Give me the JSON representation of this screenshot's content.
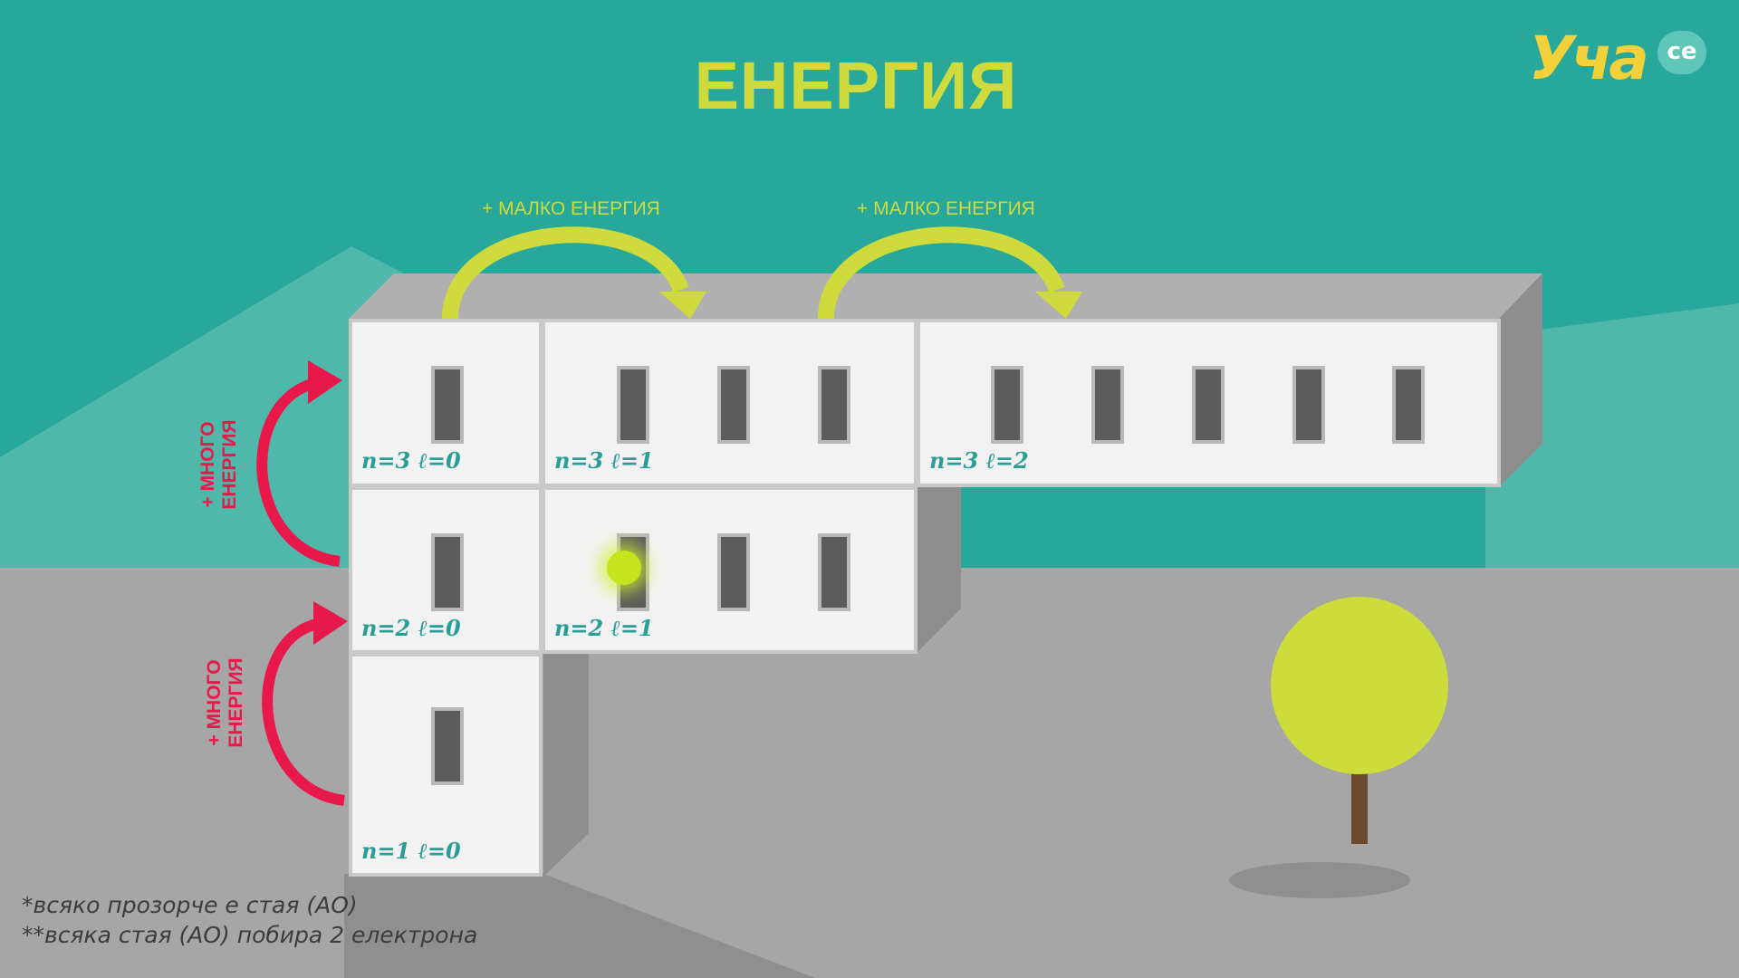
{
  "title": "ЕНЕРГИЯ",
  "logo": {
    "text": "Уча",
    "badge": "се"
  },
  "transitions": {
    "small_energy_1": "+ МАЛКО ЕНЕРГИЯ",
    "small_energy_2": "+ МАЛКО ЕНЕРГИЯ",
    "much_energy_upper": "+ МНОГО\nЕНЕРГИЯ",
    "much_energy_lower": "+ МНОГО\nЕНЕРГИЯ"
  },
  "rooms": [
    {
      "label": "n=3 ℓ=0",
      "windows": 1
    },
    {
      "label": "n=3 ℓ=1",
      "windows": 3
    },
    {
      "label": "n=3 ℓ=2",
      "windows": 5
    },
    {
      "label": "n=2 ℓ=0",
      "windows": 1
    },
    {
      "label": "n=2 ℓ=1",
      "windows": 3
    },
    {
      "label": "n=1 ℓ=0",
      "windows": 1
    }
  ],
  "notes": [
    "*всяко прозорче е стая (АО)",
    "**всяка стая (АО) побира 2 електрона"
  ],
  "colors": {
    "sky": "#27a89a",
    "ground": "#a6a6a6",
    "title": "#cfdb3c",
    "arrow_small": "#cfdb3c",
    "arrow_much": "#e8194a",
    "electron": "#c6e51e",
    "label": "#2a9e96",
    "tree_crown": "#ccdc3a",
    "tree_trunk": "#6b4a30"
  },
  "icons": {
    "electron": "glowing-dot-icon",
    "tree": "tree-icon"
  }
}
